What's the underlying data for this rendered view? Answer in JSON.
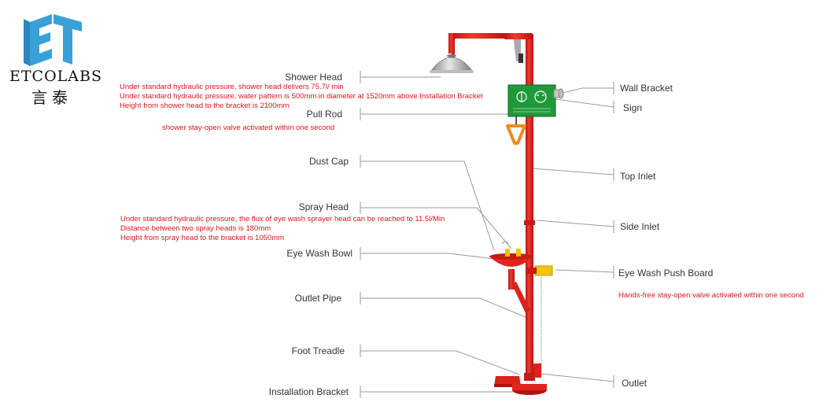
{
  "brand": {
    "name": "ETCOLABS",
    "name_cn": "言泰",
    "logo_color": "#3aa0d8"
  },
  "colors": {
    "pipe": "#e0251f",
    "sign": "#1f9a3a",
    "handle": "#f08a1e",
    "note_text": "#e0161c"
  },
  "labels": {
    "shower_head": "Shower Head",
    "pull_rod": "Pull Rod",
    "dust_cap": "Dust Cap",
    "spray_head": "Spray Head",
    "eye_wash_bowl": "Eye Wash Bowl",
    "outlet_pipe": "Outlet Pipe",
    "foot_treadle": "Foot Treadle",
    "installation_bracket": "Installation Bracket",
    "wall_bracket": "Wall Bracket",
    "sign": "Sign",
    "top_inlet": "Top Inlet",
    "side_inlet": "Side Inlet",
    "eye_wash_push_board": "Eye Wash Push Board",
    "outlet": "Outlet"
  },
  "notes": {
    "shower": [
      "Under standard hydraulic pressure, shower head delivers 75.7l/ min",
      "Under standard hydraulic pressure, water pattern is 500mm in diameter at 1520mm above Installation Bracket",
      "Height from shower head to the bracket is 2100mm"
    ],
    "pull_rod": "shower stay-open valve activated within one second",
    "spray": [
      "Under standard hydraulic pressure, the flux of eye wash sprayer head can be reached to 11.5l/Min",
      "Distance between two spray heads is 180mm",
      "Height from spray head to the bracket is 1050mm"
    ],
    "push_board": "Hands-free stay-open valve activated within one second"
  }
}
